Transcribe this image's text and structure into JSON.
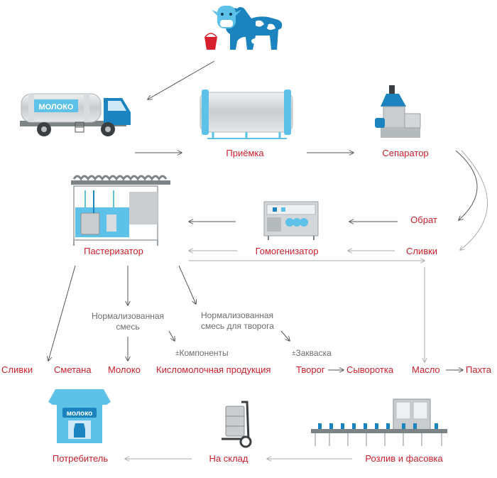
{
  "stages": {
    "reception": "Приёмка",
    "separator": "Сепаратор",
    "pasteurizer": "Пастеризатор",
    "homogenizer": "Гомогенизатор",
    "skim": "Обрат",
    "cream_top": "Сливки"
  },
  "mixes": {
    "normalized": "Нормализованная смесь",
    "normalized_curd": "Нормализованная смесь для творога"
  },
  "additives": {
    "components": "Компоненты",
    "starter": "Закваска",
    "plus_minus": "±"
  },
  "products": [
    "Сливки",
    "Сметана",
    "Молоко",
    "Кисломолочная продукция",
    "Творог",
    "Сыворотка",
    "Масло",
    "Пахта"
  ],
  "bottom": {
    "consumer": "Потребитель",
    "warehouse": "На склад",
    "bottling": "Розлив и фасовка"
  },
  "truck_text": "МОЛОКО",
  "kiosk_text": "молоко",
  "colors": {
    "accent_red": "#cc1e2b",
    "arrow_gray": "#9a9a9a",
    "light_blue": "#5ec2e8",
    "dark_blue": "#1b84bf",
    "metal": "#c5c8cb"
  },
  "icons": [
    "cow-icon",
    "milk-bucket-icon",
    "milk-truck-icon",
    "reception-tank-icon",
    "separator-icon",
    "pasteurizer-icon",
    "homogenizer-icon",
    "kiosk-icon",
    "hand-truck-icon",
    "bottling-line-icon"
  ]
}
